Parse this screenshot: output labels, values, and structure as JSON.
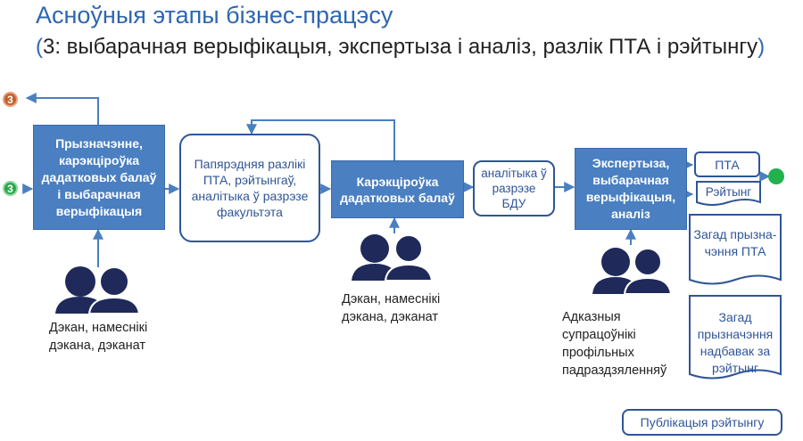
{
  "title": "Асноўныя этапы бізнес-працэсу",
  "subtitle": {
    "open": "(",
    "text": "3: выбарачная верыфікацыя, экспертыза і аналіз, разлік ПТА і рэйтынгу",
    "close": ")"
  },
  "markers": {
    "out": "3",
    "in": "3"
  },
  "colors": {
    "solid_box": "#4a7fc1",
    "outline": "#2f5597",
    "marker_out": "#c0612b",
    "marker_in": "#2aa84a",
    "end_marker": "#22b14c",
    "people": "#1f2a5a"
  },
  "boxes": {
    "assign": "Прызначэнне, карэкціроўка дадатковых балаў і выбарачная верыфікацыя",
    "prelim": "Папярэдняя разлікі ПТА, рэйтынгаў, аналітыка ў разрэзе факультэта",
    "correct": "Карэкціроўка дадатковых балаў",
    "analytics": "аналітыка ў разрэзе БДУ",
    "expert": "Экспертыза, выбарачная верыфікацыя, аналіз",
    "pta": "ПТА",
    "rating": "Рэйтынг",
    "order_pta": "Загад прызна-чэння ПТА",
    "order_bonus": "Загад прызначэння надбавак за рэйтынг",
    "publish": "Публікацыя рэйтынгу"
  },
  "actors": {
    "a1": "Дэкан, намеснікі дэкана, дэканат",
    "a2": "Дэкан, намеснікі дэкана, дэканат",
    "a3": "Адказныя супрацоўнікі профільных падраздзяленняў"
  }
}
